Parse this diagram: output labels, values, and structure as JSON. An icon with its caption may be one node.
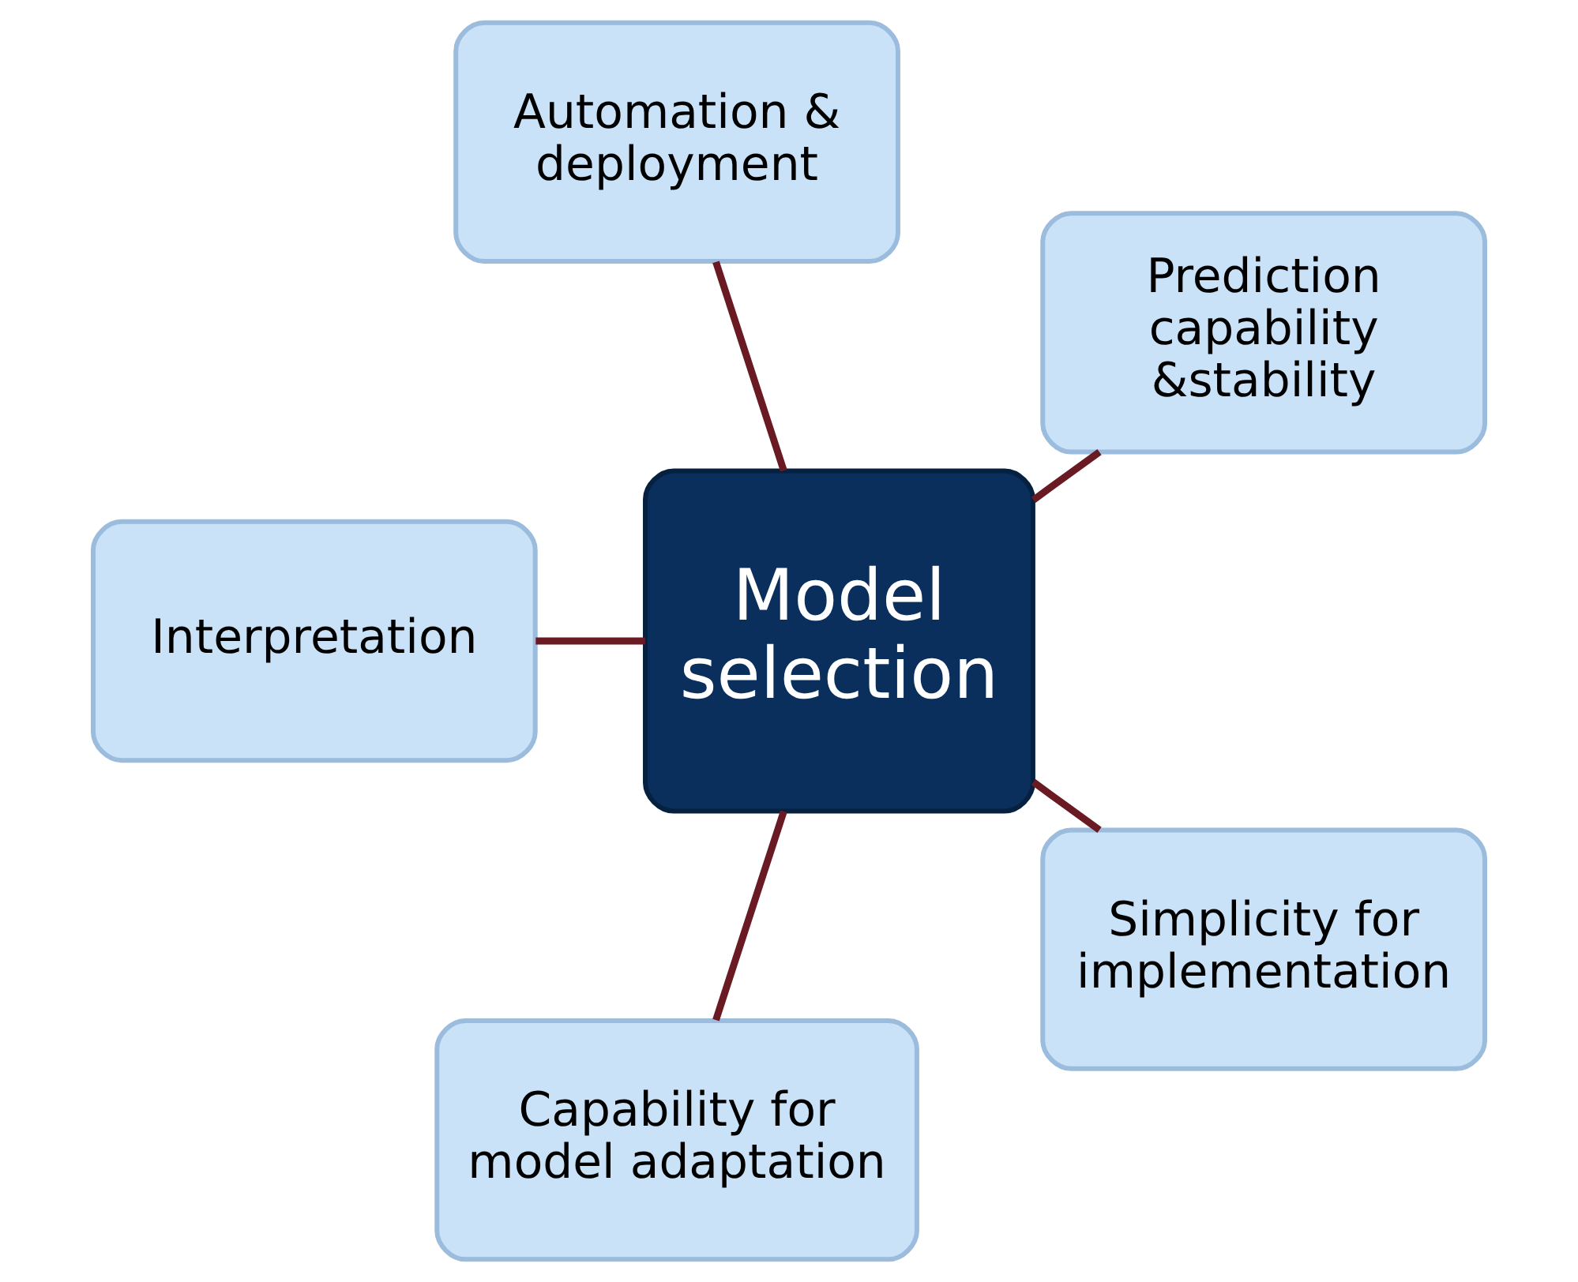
{
  "diagram": {
    "nodes": [
      {
        "text": [
          "Prediction capability &stability"
        ]
      },
      {
        "text": [
          "Automation & deployment"
        ]
      },
      {
        "text": [
          "Interpretation"
        ]
      },
      {
        "text": [
          "Model selection"
        ]
      },
      {
        "text": [
          "Capability for model adaptation"
        ]
      },
      {
        "text": [
          "Simplicity for implementation"
        ]
      }
    ],
    "edges": [
      {
        "from": 3,
        "to": 0,
        "arrow": "none"
      },
      {
        "from": 3,
        "to": 1,
        "arrow": "none"
      },
      {
        "from": 3,
        "to": 2,
        "arrow": "none"
      },
      {
        "from": 3,
        "to": 4,
        "arrow": "none"
      },
      {
        "from": 3,
        "to": 5,
        "arrow": "none"
      }
    ]
  }
}
